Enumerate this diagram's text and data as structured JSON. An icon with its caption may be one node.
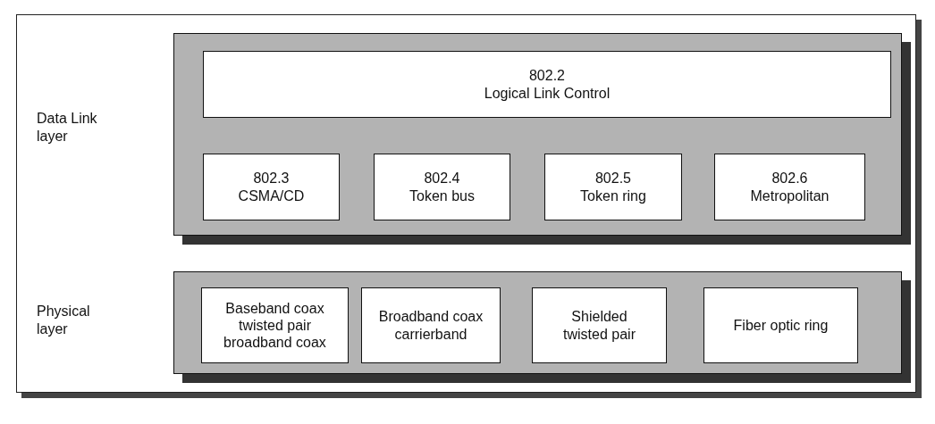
{
  "diagram": {
    "nodes": [
      {
        "text": [],
        "shape": "box"
      },
      {
        "text": [
          "802.2",
          "Logical Link Control"
        ],
        "in": 0
      },
      {
        "text": [
          "802.3",
          "CSMA/CD"
        ],
        "in": 0
      },
      {
        "text": [
          "802.4",
          "Token bus"
        ],
        "in": 0
      },
      {
        "text": [
          "802.5",
          "Token ring"
        ],
        "in": 0
      },
      {
        "text": [
          "802.6",
          "Metropolitan"
        ],
        "in": 0
      },
      {
        "text": [],
        "shape": "box"
      },
      {
        "text": [
          "Baseband coax twisted pair broadband coax"
        ],
        "in": 6
      },
      {
        "text": [
          "Broadband coax carrierband"
        ],
        "in": 6
      },
      {
        "text": [
          "Shielded twisted pair"
        ],
        "in": 6
      },
      {
        "text": [
          "Fiber optic ring"
        ],
        "in": 6
      }
    ],
    "labels": [
      "Data Link layer",
      "Physical layer"
    ]
  }
}
